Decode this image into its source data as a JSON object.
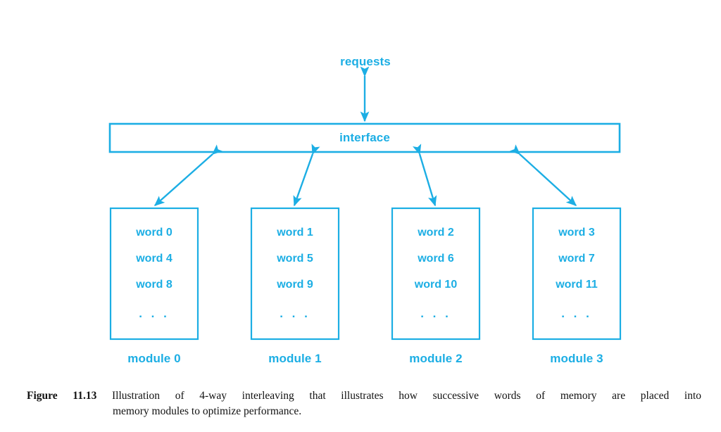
{
  "figure": {
    "accent_color": "#1CAEE4",
    "background": "#ffffff",
    "requests_label": "requests",
    "interface_label": "interface",
    "ellipsis": ". . .",
    "modules": [
      {
        "caption": "module 0",
        "words": [
          "word 0",
          "word 4",
          "word 8"
        ]
      },
      {
        "caption": "module 1",
        "words": [
          "word 1",
          "word 5",
          "word 9"
        ]
      },
      {
        "caption": "module 2",
        "words": [
          "word 2",
          "word 6",
          "word 10"
        ]
      },
      {
        "caption": "module 3",
        "words": [
          "word 3",
          "word 7",
          "word 11"
        ]
      }
    ]
  },
  "caption": {
    "label": "Figure 11.13",
    "line1": "Illustration of 4-way interleaving that illustrates how successive words of memory are placed into",
    "line2": "memory modules to optimize performance.",
    "full_text": "Figure 11.13 Illustration of 4-way interleaving that illustrates how successive words of memory are placed into memory modules to optimize performance."
  }
}
